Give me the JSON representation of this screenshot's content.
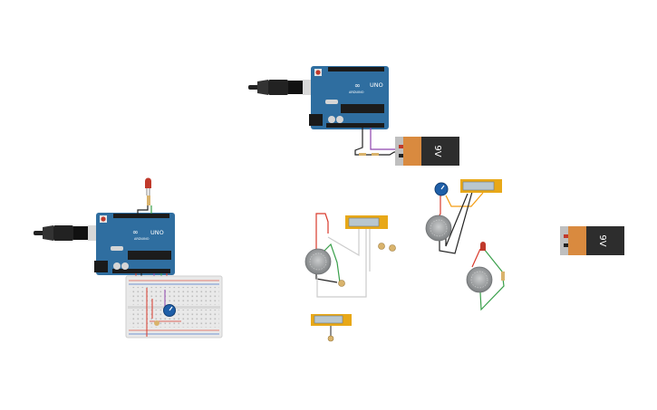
{
  "canvas": {
    "background": "#ffffff"
  },
  "arduino": {
    "model_label": "UNO",
    "brand_label": "ARDUINO",
    "board_color": "#2f6ea0",
    "logo_glyph": "∞"
  },
  "battery": {
    "label": "9V",
    "body_color": "#d98a3f",
    "cap_color": "#2d2d2d"
  },
  "colors": {
    "wire_red": "#d9392b",
    "wire_black": "#222222",
    "wire_green": "#3aa04b",
    "wire_orange": "#f39c12",
    "wire_purple": "#8e44ad",
    "wire_gray": "#bbbbbb",
    "lcd_frame": "#e8a818",
    "lcd_screen": "#b9c7cf",
    "motor_body": "#8f9294",
    "breadboard": "#e9e9e9",
    "pot": "#1f5fa8",
    "led_red": "#c0392b"
  },
  "icons": {
    "usb_plug": "usb-plug-icon",
    "power_led": "led-icon",
    "potentiometer": "potentiometer-icon",
    "motor": "dc-motor-icon",
    "display": "lcd-display-icon"
  }
}
